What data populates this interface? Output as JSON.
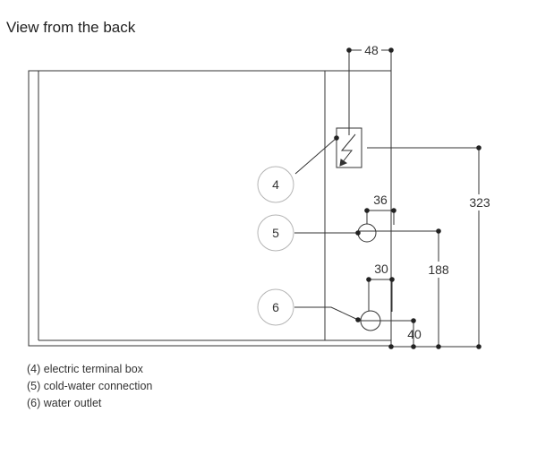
{
  "title": "View from the back",
  "dimensions": {
    "d48": "48",
    "d36": "36",
    "d30": "30",
    "d40": "40",
    "d188": "188",
    "d323": "323"
  },
  "callouts": {
    "c4": "4",
    "c5": "5",
    "c6": "6"
  },
  "legend": [
    "(4) electric terminal box",
    "(5) cold-water connection",
    "(6) water outlet"
  ],
  "colors": {
    "line": "#333333",
    "circle": "#b5b5b5",
    "background": "#ffffff"
  }
}
